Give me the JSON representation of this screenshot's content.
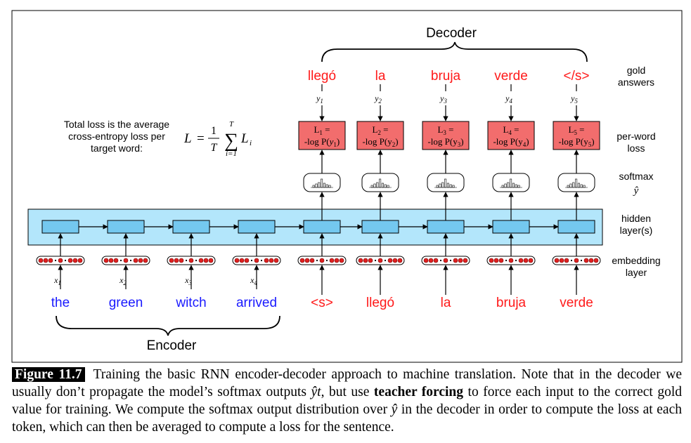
{
  "decoder_label": "Decoder",
  "encoder_label": "Encoder",
  "row_labels": {
    "gold": [
      "gold",
      "answers"
    ],
    "loss": [
      "per-word",
      "loss"
    ],
    "softmax": [
      "softmax",
      "ŷ"
    ],
    "hidden": [
      "hidden",
      "layer(s)"
    ],
    "embedding": [
      "embedding",
      "layer"
    ]
  },
  "total_loss_text": [
    "Total loss is the average",
    "cross-entropy loss per",
    "target word:"
  ],
  "formula": {
    "lhs": "L",
    "eq": "=",
    "num": "1",
    "den": "T",
    "sum_top": "T",
    "sum_bottom": "i=1",
    "term": "L",
    "term_sub": "i"
  },
  "gold_words": [
    "llegó",
    "la",
    "bruja",
    "verde",
    "</s>"
  ],
  "gold_vars": [
    "y1",
    "y2",
    "y3",
    "y4",
    "y5"
  ],
  "loss_boxes": [
    {
      "top": "L1 =",
      "bottom": "-log P(y1)"
    },
    {
      "top": "L2 =",
      "bottom": "-log P(y2)"
    },
    {
      "top": "L3 =",
      "bottom": "-log P(y3)"
    },
    {
      "top": "L4 =",
      "bottom": "-log P(y4)"
    },
    {
      "top": "L5 =",
      "bottom": "-log P(y5)"
    }
  ],
  "encoder_words": [
    "the",
    "green",
    "witch",
    "arrived"
  ],
  "encoder_vars": [
    "x1",
    "x2",
    "x3",
    "x4"
  ],
  "decoder_inputs": [
    "<s>",
    "llegó",
    "la",
    "bruja",
    "verde"
  ],
  "colors": {
    "encoder_word": "#1a1aff",
    "decoder_word": "#ff1a1a",
    "loss_fill": "#f26d6d",
    "hidden_band": "#b3e6fb",
    "cell": "#74c8ef"
  },
  "caption": {
    "label": "Figure 11.7",
    "part1": "Training the basic RNN encoder-decoder approach to machine translation.  Note that in the decoder we usually don’t propagate the model’s softmax outputs ",
    "yhat_t": "ŷt",
    "part2": ", but use ",
    "bold": "teacher forcing",
    "part3": " to force each input to the correct gold value for training. We compute the softmax output distribution over ",
    "yhat": "ŷ",
    "part4": " in the decoder in order to compute the loss at each token, which can then be averaged to compute a loss for the sentence."
  }
}
